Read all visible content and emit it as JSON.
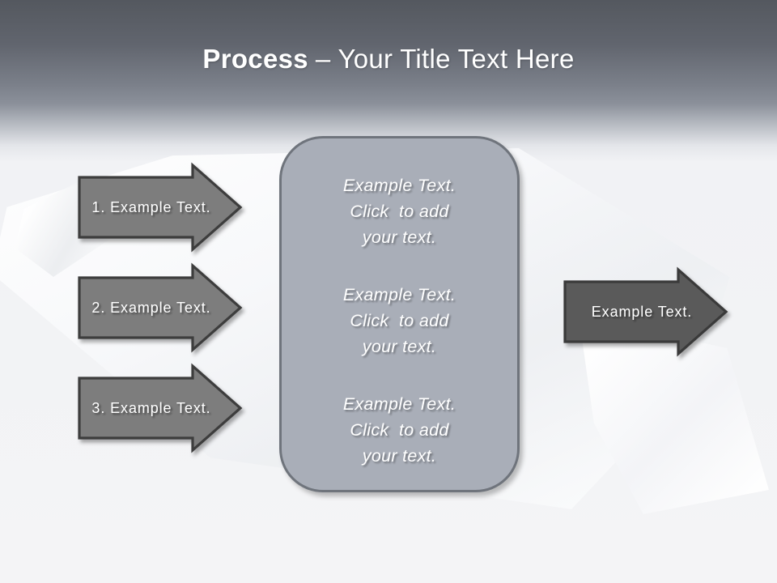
{
  "title": {
    "bold": "Process",
    "rest": "– Your Title Text Here"
  },
  "left_arrows": [
    {
      "label": "1. Example Text."
    },
    {
      "label": "2. Example Text."
    },
    {
      "label": "3. Example Text."
    }
  ],
  "center_panel": {
    "blocks": [
      {
        "lines": [
          "Example Text.",
          "Click  to add",
          "your text."
        ]
      },
      {
        "lines": [
          "Example Text.",
          "Click  to add",
          "your text."
        ]
      },
      {
        "lines": [
          "Example Text.",
          "Click  to add",
          "your text."
        ]
      }
    ]
  },
  "right_arrow": {
    "label": "Example Text."
  },
  "colors": {
    "header_top": "#54585f",
    "header_mid": "#8b909a",
    "title_text": "#ffffff",
    "left_arrow_fill": "#7d7d7d",
    "left_arrow_border": "#3d3d3d",
    "right_arrow_fill": "#5a5a5a",
    "right_arrow_border": "#3a3a3a",
    "panel_fill": "#a9aeb8",
    "panel_border": "#6f747c",
    "shape_text": "#ffffff"
  }
}
